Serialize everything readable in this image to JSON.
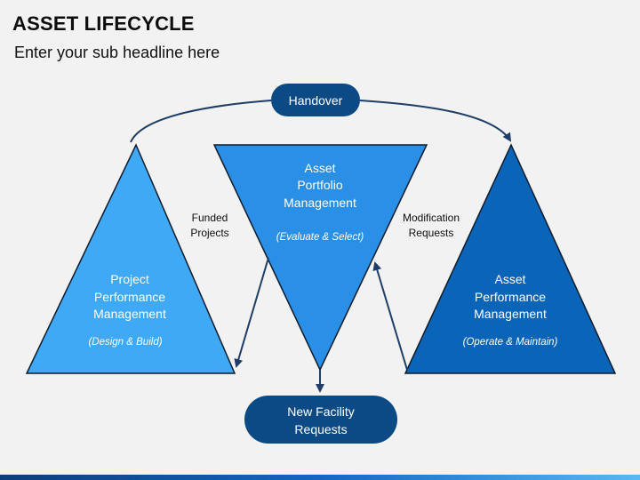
{
  "header": {
    "title": "ASSET LIFECYCLE",
    "subtitle": "Enter your sub headline here"
  },
  "colors": {
    "light_blue": "#3fa9f5",
    "mid_blue": "#2a8fe6",
    "dark_blue": "#0a64b8",
    "navy": "#0b4a85",
    "arrow": "#1f3d66"
  },
  "handover": {
    "label": "Handover"
  },
  "new_facility": {
    "line1": "New Facility",
    "line2": "Requests"
  },
  "left_triangle": {
    "line1": "Project",
    "line2": "Performance",
    "line3": "Management",
    "note": "(Design & Build)"
  },
  "center_triangle": {
    "line1": "Asset",
    "line2": "Portfolio",
    "line3": "Management",
    "note": "(Evaluate & Select)"
  },
  "right_triangle": {
    "line1": "Asset",
    "line2": "Performance",
    "line3": "Management",
    "note": "(Operate & Maintain)"
  },
  "funded": {
    "line1": "Funded",
    "line2": "Projects"
  },
  "modification": {
    "line1": "Modification",
    "line2": "Requests"
  }
}
